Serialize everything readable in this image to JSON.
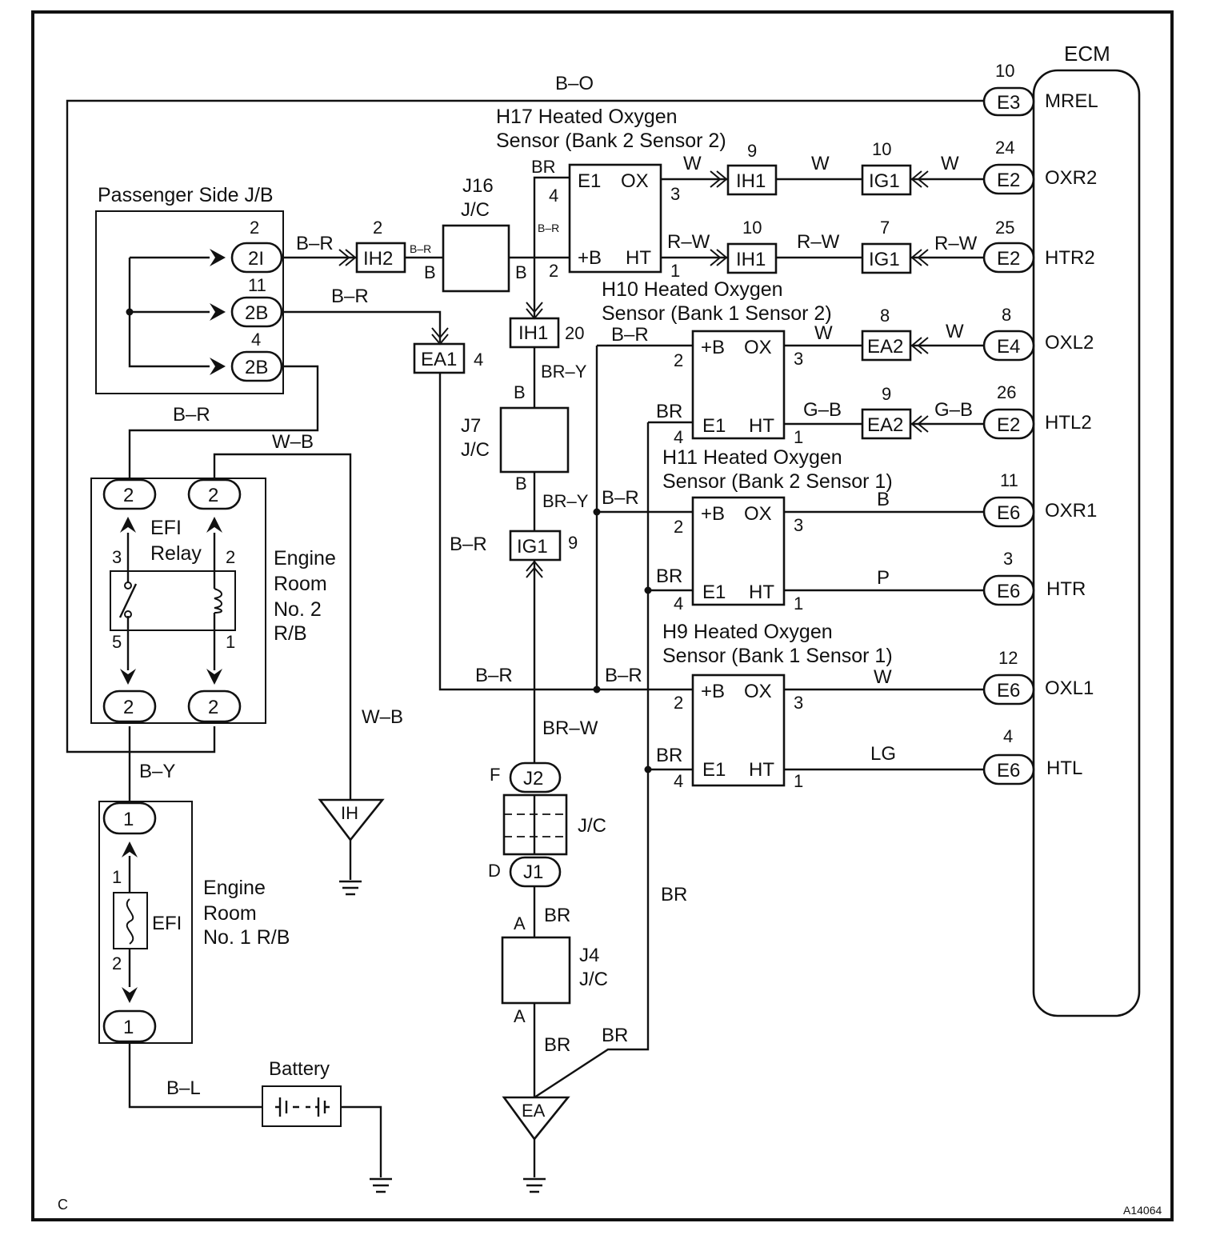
{
  "corner_labels": {
    "left": "C",
    "right": "A14064"
  },
  "ecm": {
    "title": "ECM",
    "terminals": [
      {
        "conn": "E3",
        "pin": "10",
        "name": "MREL",
        "wire": "B–O"
      },
      {
        "conn": "E2",
        "pin": "24",
        "name": "OXR2",
        "wire": "W"
      },
      {
        "conn": "E2",
        "pin": "25",
        "name": "HTR2",
        "wire": "R–W"
      },
      {
        "conn": "E4",
        "pin": "8",
        "name": "OXL2",
        "wire": "W"
      },
      {
        "conn": "E2",
        "pin": "26",
        "name": "HTL2",
        "wire": "G–B"
      },
      {
        "conn": "E6",
        "pin": "11",
        "name": "OXR1",
        "wire": "B"
      },
      {
        "conn": "E6",
        "pin": "3",
        "name": "HTR",
        "wire": "P"
      },
      {
        "conn": "E6",
        "pin": "12",
        "name": "OXL1",
        "wire": "W"
      },
      {
        "conn": "E6",
        "pin": "4",
        "name": "HTL",
        "wire": "LG"
      }
    ]
  },
  "sensors": [
    {
      "line1": "H17 Heated Oxygen",
      "line2": "Sensor (Bank 2 Sensor 2)",
      "tl": "E1",
      "tr": "OX",
      "bl": "+B",
      "br": "HT"
    },
    {
      "line1": "H10 Heated Oxygen",
      "line2": "Sensor (Bank 1 Sensor 2)",
      "tl": "+B",
      "tr": "OX",
      "bl": "E1",
      "br": "HT"
    },
    {
      "line1": "H11 Heated Oxygen",
      "line2": "Sensor (Bank 2 Sensor 1)",
      "tl": "+B",
      "tr": "OX",
      "bl": "E1",
      "br": "HT"
    },
    {
      "line1": "H9 Heated Oxygen",
      "line2": "Sensor (Bank 1 Sensor 1)",
      "tl": "+B",
      "tr": "OX",
      "bl": "E1",
      "br": "HT"
    }
  ],
  "inline_connectors": [
    {
      "code": "IH1",
      "pin": "9"
    },
    {
      "code": "IG1",
      "pin": "10"
    },
    {
      "code": "IH1",
      "pin": "10"
    },
    {
      "code": "IG1",
      "pin": "7"
    },
    {
      "code": "EA2",
      "pin": "8"
    },
    {
      "code": "EA2",
      "pin": "9"
    },
    {
      "code": "IH2",
      "pin": "2"
    },
    {
      "code": "IH1",
      "pin": "20"
    },
    {
      "code": "EA1",
      "pin": "4"
    },
    {
      "code": "IG1",
      "pin": "9"
    }
  ],
  "junction_blocks": {
    "passenger": {
      "title": "Passenger Side J/B",
      "pins": [
        {
          "code": "2I",
          "pin": "2"
        },
        {
          "code": "2B",
          "pin": "11"
        },
        {
          "code": "2B",
          "pin": "4"
        }
      ]
    },
    "j16": {
      "line1": "J16",
      "line2": "J/C",
      "pin": "B"
    },
    "j7": {
      "line1": "J7",
      "line2": "J/C",
      "pin": "B"
    },
    "jc": {
      "label": "J/C",
      "top_code": "J2",
      "top_pin": "F",
      "bottom_code": "J1",
      "bottom_pin": "D"
    },
    "j4": {
      "line1": "J4",
      "line2": "J/C",
      "pin": "A"
    }
  },
  "engine_room_2": {
    "line1": "Engine",
    "line2": "Room",
    "line3": "No. 2",
    "line4": "R/B",
    "relay_line1": "EFI",
    "relay_line2": "Relay",
    "plug": "2",
    "pins": [
      "3",
      "2",
      "5",
      "1"
    ]
  },
  "engine_room_1": {
    "line1": "Engine",
    "line2": "Room",
    "line3": "No. 1 R/B",
    "fuse": "EFI",
    "plug": "1",
    "pins": [
      "1",
      "2"
    ]
  },
  "battery": {
    "label": "Battery"
  },
  "grounds": [
    {
      "label": "IH"
    },
    {
      "label": "EA"
    }
  ],
  "wire_labels": {
    "b_o": "B–O",
    "br": "BR",
    "b_r": "B–R",
    "b": "B",
    "w": "W",
    "r_w": "R–W",
    "g_b": "G–B",
    "p": "P",
    "lg": "LG",
    "br_y": "BR–Y",
    "br_w": "BR–W",
    "w_b": "W–B",
    "b_y": "B–Y",
    "b_l": "B–L"
  },
  "pin_numbers": {
    "one": "1",
    "two": "2",
    "three": "3",
    "four": "4"
  }
}
